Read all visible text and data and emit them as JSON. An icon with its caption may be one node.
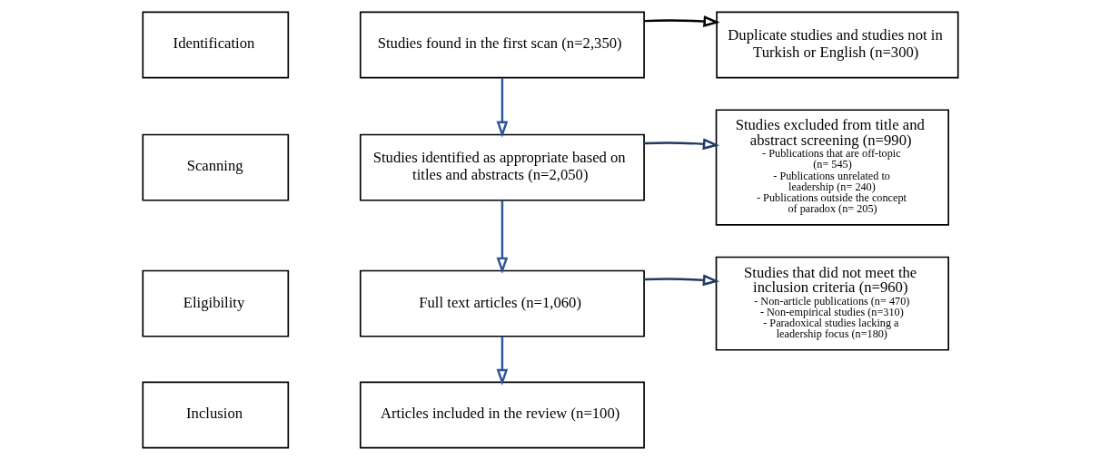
{
  "diagram": {
    "nodes": [
      {
        "text": [
          "Identification"
        ]
      },
      {
        "text": [
          "Studies found in the first scan (n=2,350)"
        ]
      },
      {
        "text": [
          "Duplicate studies and studies not in Turkish or English (n=300)"
        ]
      },
      {
        "text": [
          "Scanning"
        ]
      },
      {
        "text": [
          "Studies identified as appropriate based on titles and abstracts (n=2,050)"
        ]
      },
      {
        "text": [
          "Studies excluded from title and abstract screening (n=990)",
          "- Publications that are off-topic (n= 545)",
          "- Publications unrelated to leadership (n= 240)",
          "- Publications outside the concept of paradox (n= 205)"
        ]
      },
      {
        "text": [
          "Eligibility"
        ]
      },
      {
        "text": [
          "Full text articles (n=1,060)"
        ]
      },
      {
        "text": [
          "Studies that did not meet the inclusion criteria (n=960)",
          "- Non-article publications (n= 470)",
          "- Non-empirical studies (n=310)",
          "- Paradoxical studies lacking a leadership focus (n=180)"
        ]
      },
      {
        "text": [
          "Inclusion"
        ]
      },
      {
        "text": [
          "Articles included in the review (n=100)"
        ]
      }
    ],
    "edges": [
      {
        "from": 1,
        "to": 2,
        "arrow": "to",
        "color": "#000000"
      },
      {
        "from": 1,
        "to": 4,
        "arrow": "to"
      },
      {
        "from": 4,
        "to": 5,
        "arrow": "to",
        "color": "#203864"
      },
      {
        "from": 4,
        "to": 7,
        "arrow": "to"
      },
      {
        "from": 7,
        "to": 8,
        "arrow": "to",
        "color": "#203864"
      },
      {
        "from": 7,
        "to": 10,
        "arrow": "to"
      }
    ]
  }
}
